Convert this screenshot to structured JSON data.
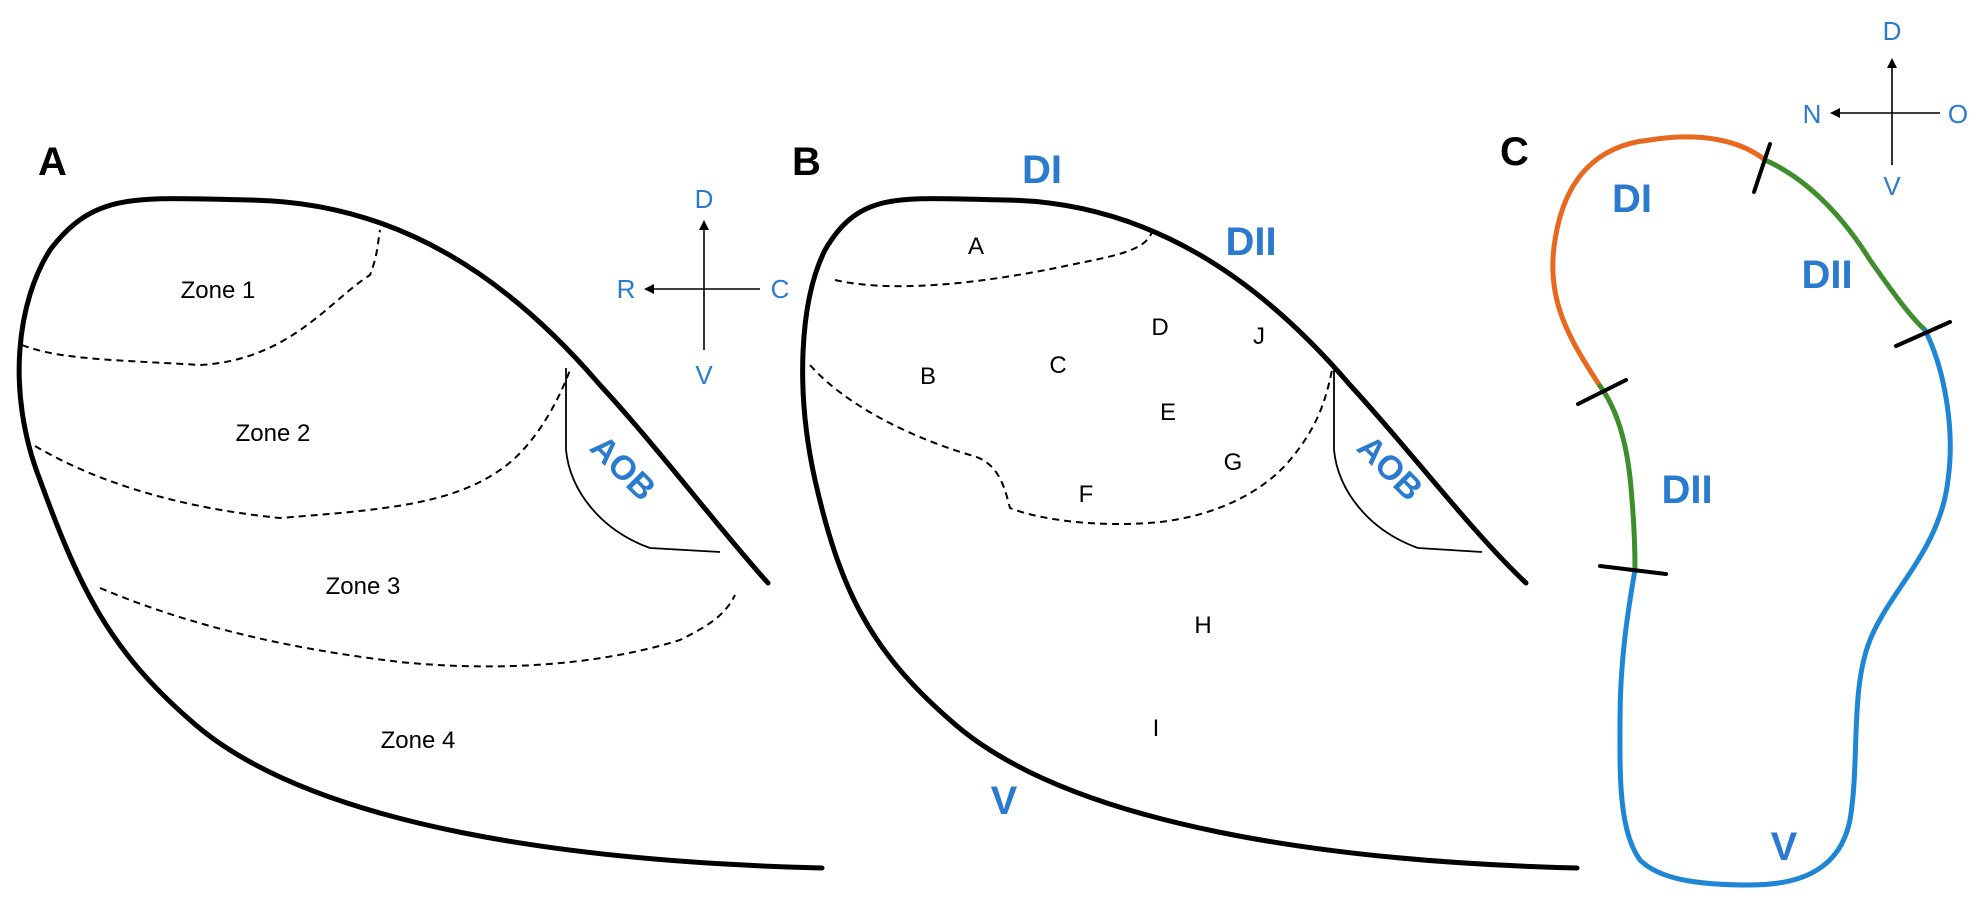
{
  "colors": {
    "blue_label": "#2a7bd0",
    "segment_DI": "#e8681e",
    "segment_DII": "#3e8e2c",
    "segment_V": "#1f86d6",
    "outline": "#000000"
  },
  "panel_a": {
    "letter": "A",
    "zones": [
      "Zone 1",
      "Zone 2",
      "Zone 3",
      "Zone 4"
    ],
    "aob": "AOB",
    "compass": {
      "up": "D",
      "down": "V",
      "left": "R",
      "right": "C"
    }
  },
  "panel_b": {
    "letter": "B",
    "domain_labels": {
      "di": "DI",
      "dii": "DII",
      "v": "V"
    },
    "regions": [
      "A",
      "B",
      "C",
      "D",
      "E",
      "F",
      "G",
      "H",
      "I",
      "J"
    ],
    "aob": "AOB"
  },
  "panel_c": {
    "letter": "C",
    "segment_labels": {
      "di": "DI",
      "dii_upper": "DII",
      "dii_lower": "DII",
      "v": "V"
    },
    "compass": {
      "up": "D",
      "down": "V",
      "left": "N",
      "right": "O"
    }
  }
}
